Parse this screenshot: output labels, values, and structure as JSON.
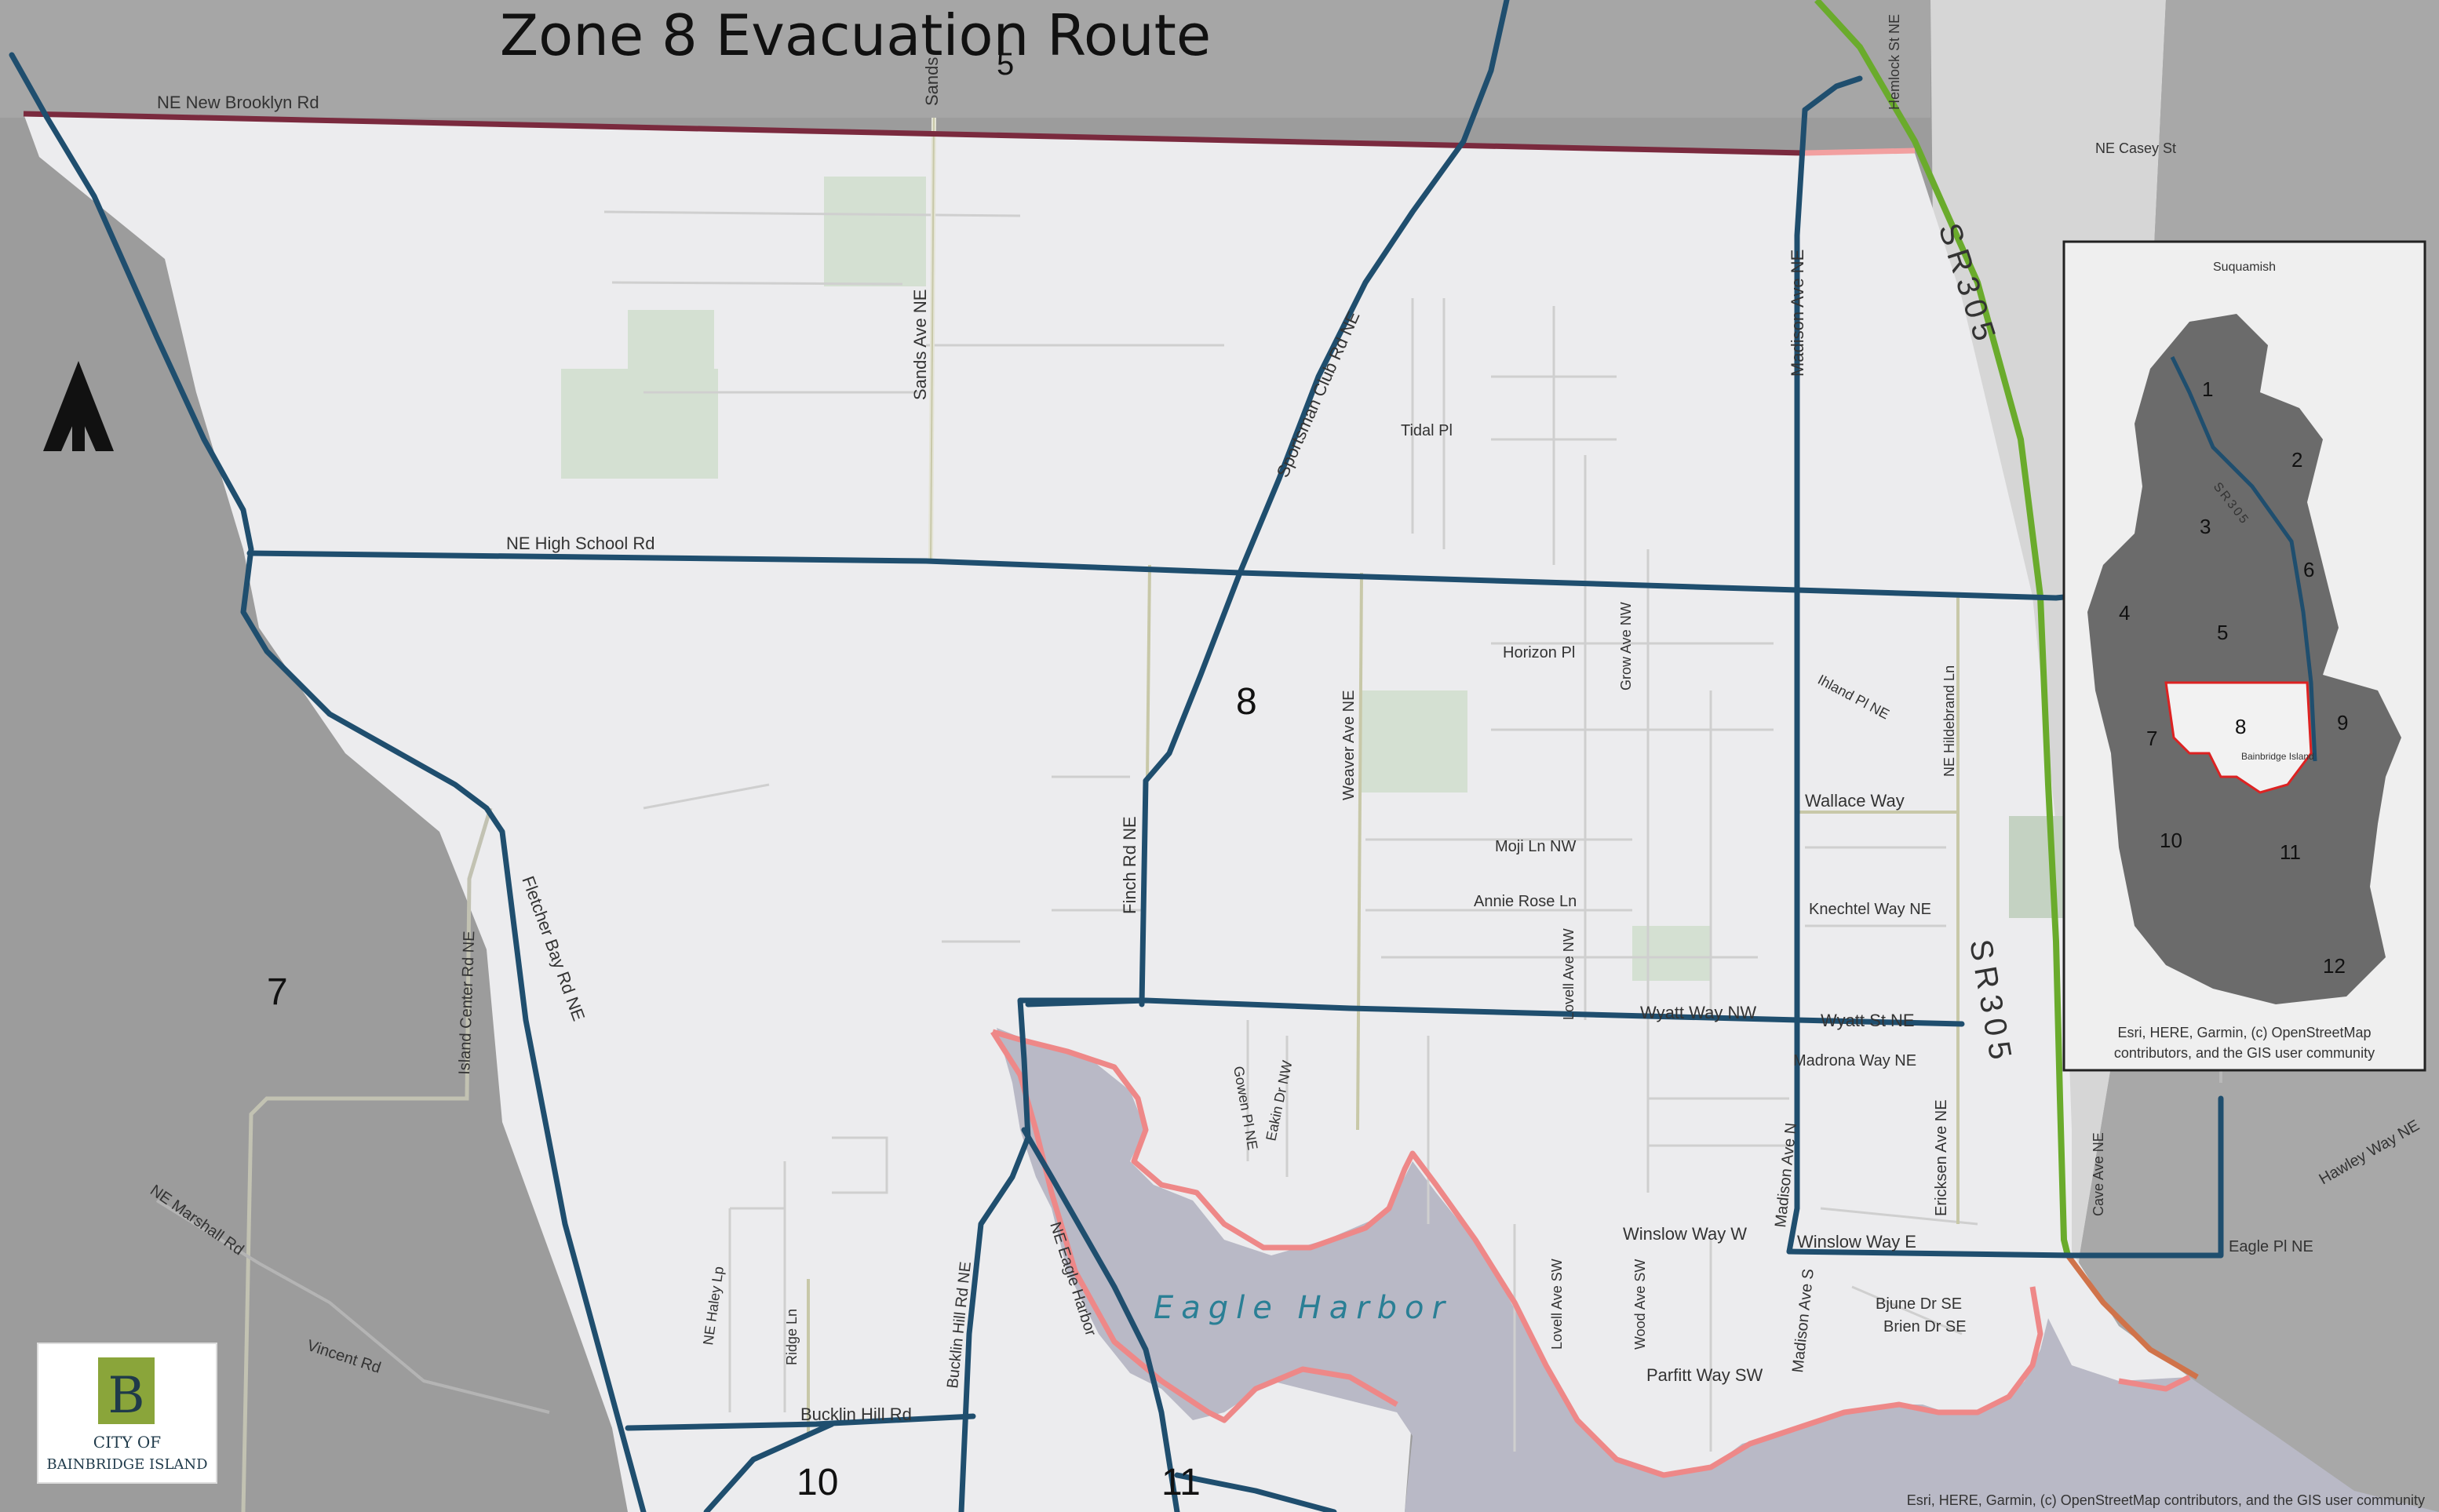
{
  "title": "Zone 8 Evacuation Route",
  "colors": {
    "zone_fill": "#ececee",
    "outside": "#9c9c9c",
    "route": "#1f4e6e",
    "sr305": "#6aab2c",
    "shoreline": "#ee8888",
    "north_boundary": "#7a2a3e",
    "water": "#b9b9c6"
  },
  "roads": {
    "ne_new_brooklyn_rd": "NE New Brooklyn Rd",
    "ne_high_school_rd": "NE High School Rd",
    "sands_ave_ne": "Sands Ave NE",
    "sands_top": "Sands",
    "sportsman_club_rd_ne": "Sportsman Club Rd NE",
    "madison_ave_ne": "Madison Ave NE",
    "hemlock_st_ne": "Hemlock St NE",
    "ne_casey_st": "NE Casey St",
    "tidal_pl": "Tidal Pl",
    "horizon_pl": "Horizon Pl",
    "grow_ave_nw": "Grow Ave NW",
    "ihland_pl_ne": "Ihland Pl NE",
    "ne_hildebrand_ln": "NE Hildebrand Ln",
    "weaver_ave_ne": "Weaver Ave NE",
    "wallace_way": "Wallace Way",
    "moji_ln_nw": "Moji Ln NW",
    "annie_rose_ln": "Annie Rose Ln",
    "lovell_ave_nw": "Lovell Ave NW",
    "knechtel_way_ne": "Knechtel Way NE",
    "finch_rd_ne": "Finch Rd NE",
    "wyatt_way_nw": "Wyatt Way NW",
    "wyatt_st_ne": "Wyatt St NE",
    "madrona_way_ne": "Madrona Way NE",
    "gowen_pl_ne": "Gowen Pl NE",
    "eakin_dr_nw": "Eakin Dr NW",
    "madison_ave_n": "Madison Ave N",
    "ericksen_ave_ne": "Ericksen Ave NE",
    "winslow_way_w": "Winslow Way W",
    "winslow_way_e": "Winslow Way E",
    "cave_ave_ne": "Cave Ave NE",
    "hawley_way_ne": "Hawley Way NE",
    "eagle_pl_ne": "Eagle Pl NE",
    "lovell_ave_sw": "Lovell Ave SW",
    "wood_ave_sw": "Wood Ave SW",
    "madison_ave_s": "Madison Ave S",
    "bjune_dr_se": "Bjune Dr SE",
    "brien_dr_se": "Brien Dr SE",
    "parfitt_way_sw": "Parfitt Way SW",
    "ne_eagle_harbor": "NE Eagle Harbor",
    "bucklin_hill_rd_ne": "Bucklin Hill Rd NE",
    "bucklin_hill_rd": "Bucklin Hill Rd",
    "ridge_ln": "Ridge Ln",
    "ne_haley_lp": "NE Haley Lp",
    "island_center_rd_ne": "Island Center Rd NE",
    "fletcher_bay_rd_ne": "Fletcher Bay Rd NE",
    "ne_marshall_rd": "NE Marshall Rd",
    "vincent_rd": "Vincent Rd"
  },
  "highway": {
    "top": "SR305",
    "bottom": "SR305"
  },
  "water": {
    "eagle_harbor": "Eagle Harbor"
  },
  "zones": {
    "z5": "5",
    "z7": "7",
    "z8": "8",
    "z10": "10",
    "z11": "11"
  },
  "inset": {
    "place": "Suquamish",
    "zones": [
      "1",
      "2",
      "3",
      "4",
      "5",
      "6",
      "7",
      "8",
      "9",
      "10",
      "11",
      "12"
    ],
    "route_label": "SR305",
    "place_label": "Bainbridge Island",
    "attribution_line1": "Esri, HERE, Garmin, (c) OpenStreetMap",
    "attribution_line2": "contributors, and the GIS user community"
  },
  "attribution": "Esri, HERE, Garmin, (c) OpenStreetMap contributors, and the GIS user community",
  "logo": {
    "line1": "CITY OF",
    "line2": "BAINBRIDGE ISLAND",
    "mark": "B"
  },
  "north_arrow": "north-arrow-icon"
}
